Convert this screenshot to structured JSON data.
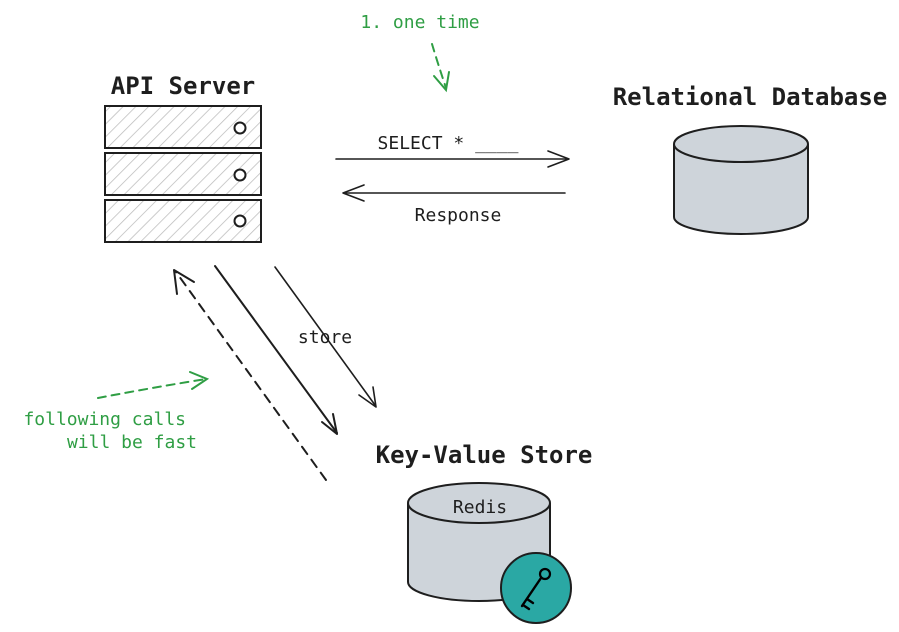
{
  "nodes": {
    "api_server": {
      "title": "API Server"
    },
    "relational_db": {
      "title": "Relational Database"
    },
    "kv_store": {
      "title": "Key-Value Store",
      "cylinder_label": "Redis"
    }
  },
  "edges": {
    "query": {
      "label": "SELECT * ____"
    },
    "response": {
      "label": "Response"
    },
    "store": {
      "label": "store"
    }
  },
  "notes": {
    "one_time": "1. one time",
    "following_line1": "following calls",
    "following_line2": "will be fast"
  },
  "colors": {
    "ink": "#1e1e1e",
    "annotation_green": "#2f9e44",
    "cylinder_gray": "#ced4da",
    "server_hatch": "#bbbbbb",
    "key_badge_teal": "#2aa8a4"
  },
  "icons": {
    "server": "server-rack-icon",
    "database": "database-cylinder-icon",
    "key": "key-icon"
  }
}
